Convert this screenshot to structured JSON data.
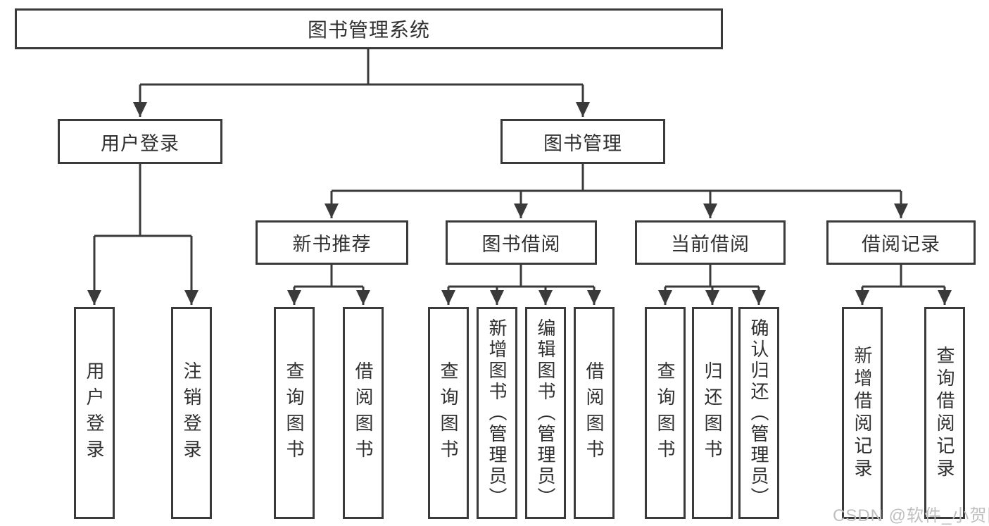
{
  "diagram": {
    "root": "图书管理系统",
    "branches": [
      {
        "label": "用户登录",
        "children": [
          "用户登录",
          "注销登录"
        ]
      },
      {
        "label": "图书管理",
        "children": [
          {
            "label": "新书推荐",
            "children": [
              "查询图书",
              "借阅图书"
            ]
          },
          {
            "label": "图书借阅",
            "children": [
              "查询图书",
              "新增图书（管理员）",
              "编辑图书（管理员）",
              "借阅图书"
            ]
          },
          {
            "label": "当前借阅",
            "children": [
              "查询图书",
              "归还图书",
              "确认归还（管理员）"
            ]
          },
          {
            "label": "借阅记录",
            "children": [
              "新增借阅记录",
              "查询借阅记录"
            ]
          }
        ]
      }
    ]
  },
  "watermark": "CSDN @软件_小贺同学",
  "colors": {
    "line": "#3a3a3a",
    "box_border": "#3a3a3a",
    "text": "#303030",
    "watermark": "#bfbfbf",
    "background": "#ffffff"
  }
}
